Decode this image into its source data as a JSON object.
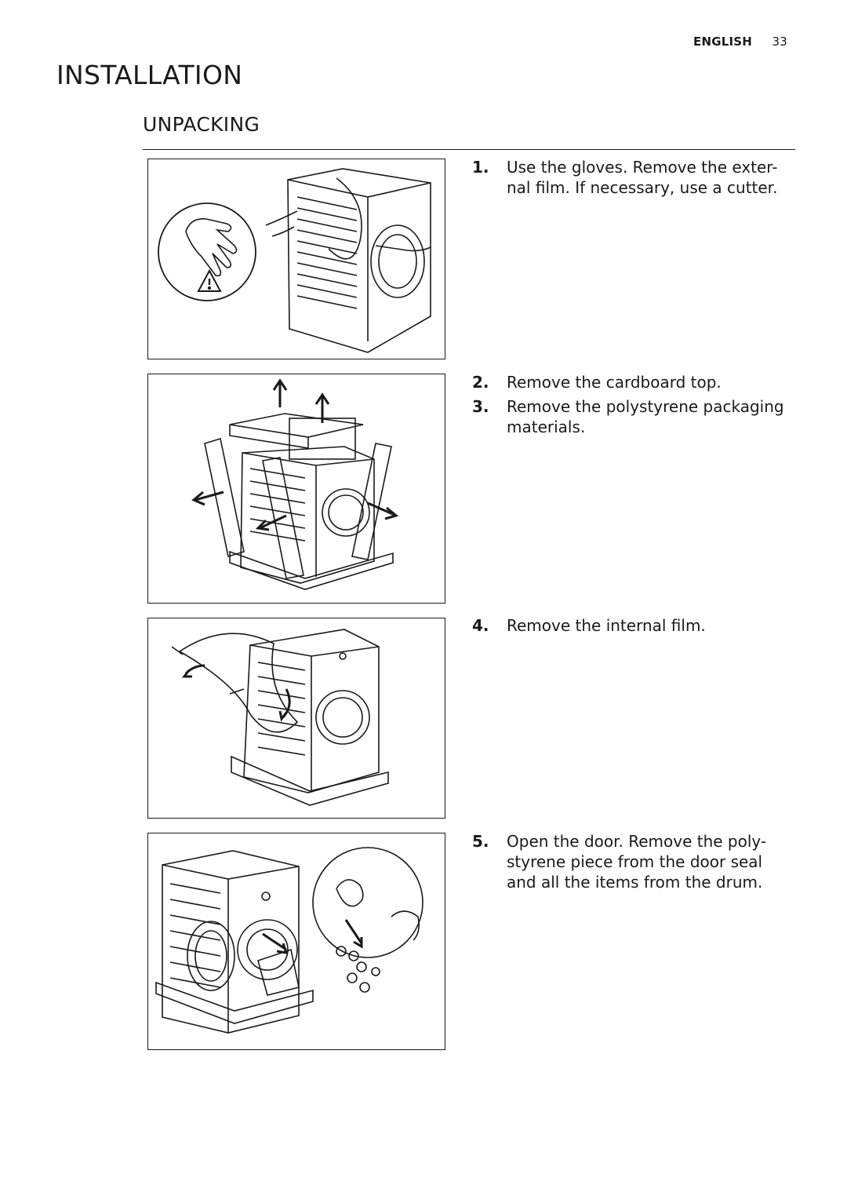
{
  "header": {
    "language": "ENGLISH",
    "page_number": "33"
  },
  "title": "INSTALLATION",
  "section": "UNPACKING",
  "steps": [
    {
      "num": "1.",
      "text": "Use the gloves. Remove the exter-nal film. If necessary, use a cutter."
    },
    {
      "num": "2.",
      "text": "Remove the cardboard top."
    },
    {
      "num": "3.",
      "text": "Remove the polystyrene packaging materials."
    },
    {
      "num": "4.",
      "text": "Remove the internal film."
    },
    {
      "num": "5.",
      "text": "Open the door. Remove the poly-styrene piece from the door seal and all the items from the drum."
    }
  ]
}
